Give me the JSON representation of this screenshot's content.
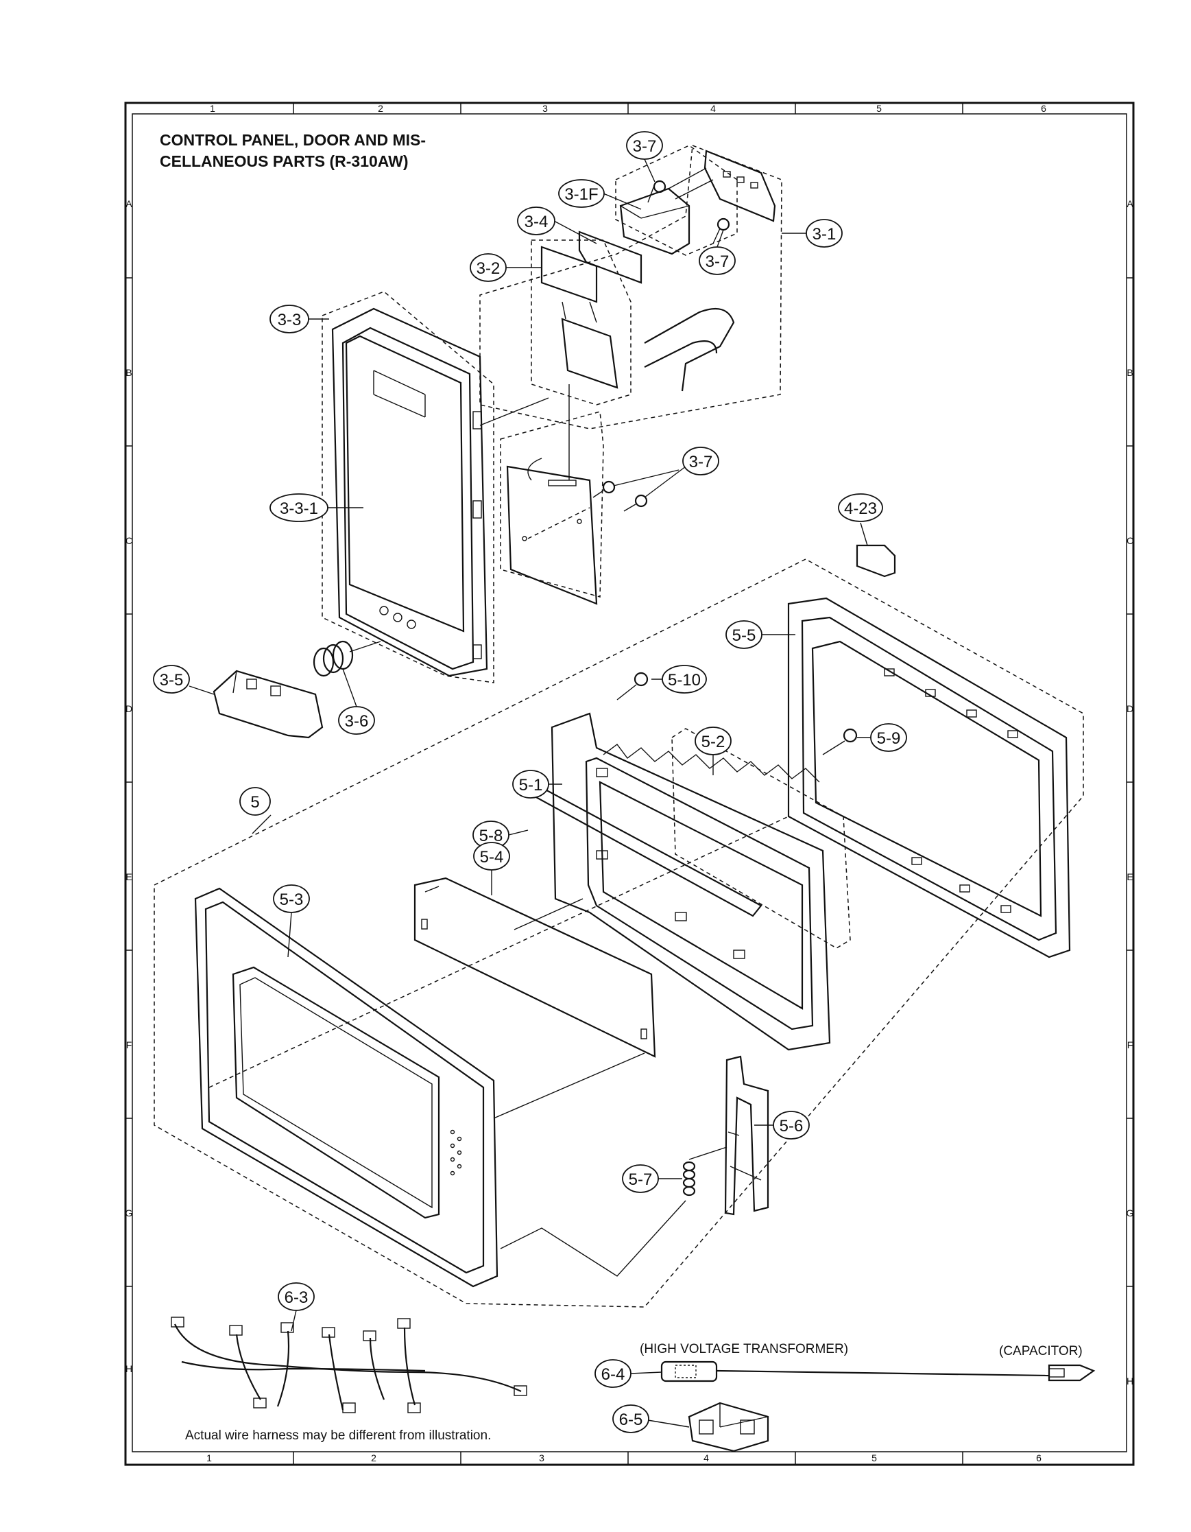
{
  "title": {
    "line1": "CONTROL PANEL, DOOR  AND MIS-",
    "line2": "CELLANEOUS PARTS (R-310AW)"
  },
  "grid": {
    "columns": [
      "1",
      "2",
      "3",
      "4",
      "5",
      "6"
    ],
    "rows": [
      "A",
      "B",
      "C",
      "D",
      "E",
      "F",
      "G",
      "H"
    ]
  },
  "callouts": {
    "p3_7a": "3-7",
    "p3_1f": "3-1F",
    "p3_4": "3-4",
    "p3_7b": "3-7",
    "p3_1": "3-1",
    "p3_2": "3-2",
    "p3_3": "3-3",
    "p3_3_1": "3-3-1",
    "p3_7c": "3-7",
    "p4_23": "4-23",
    "p5_5": "5-5",
    "p3_5": "3-5",
    "p3_6": "3-6",
    "p5_10": "5-10",
    "p5_2": "5-2",
    "p5_9": "5-9",
    "p5": "5",
    "p5_1": "5-1",
    "p5_8": "5-8",
    "p5_4": "5-4",
    "p5_3": "5-3",
    "p5_6": "5-6",
    "p5_7": "5-7",
    "p6_3": "6-3",
    "p6_4": "6-4",
    "p6_5": "6-5"
  },
  "annotations": {
    "hv_transformer": "(HIGH VOLTAGE TRANSFORMER)",
    "capacitor": "(CAPACITOR)",
    "harness_note": "Actual wire harness may be different from illustration."
  }
}
